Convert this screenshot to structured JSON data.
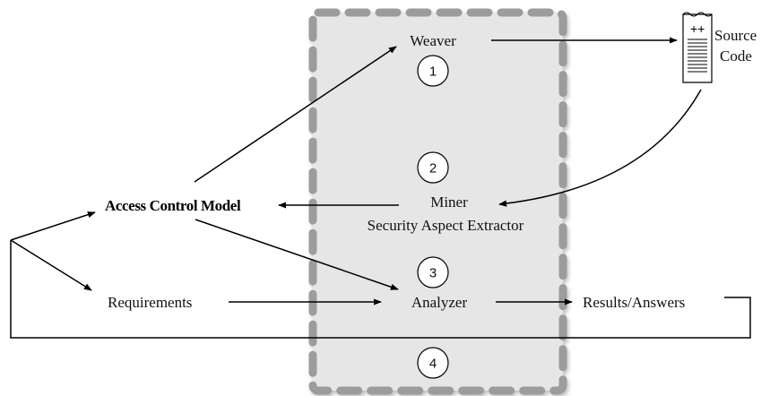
{
  "nodes": {
    "weaver": "Weaver",
    "source_code_line1": "Source",
    "source_code_line2": "Code",
    "source_icon_text": "++",
    "access_control_model": "Access Control Model",
    "miner": "Miner",
    "security_aspect_extractor": "Security Aspect Extractor",
    "requirements": "Requirements",
    "analyzer": "Analyzer",
    "results_answers": "Results/Answers"
  },
  "steps": [
    "1",
    "2",
    "3",
    "4"
  ]
}
